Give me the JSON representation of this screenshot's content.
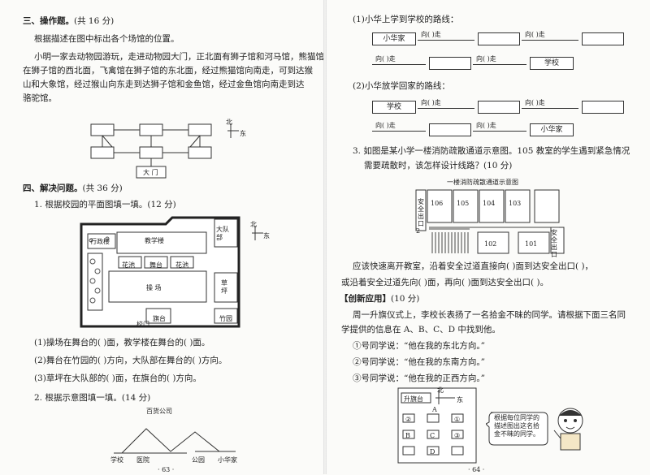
{
  "left": {
    "sec3_title": "三、操作题。",
    "sec3_score": "(共 16 分)",
    "intro": "根据描述在图中标出各个场馆的位置。",
    "para": [
      "小明一家去动物园游玩，走进动物园大门，正北面有狮子馆和河马馆，熊猫馆",
      "在狮子馆的西北面，飞禽馆在狮子馆的东北面，经过熊猫馆向南走，可到达猴",
      "山和大象馆，经过猴山向东走到达狮子馆和金鱼馆，经过金鱼馆向南走到达",
      "骆驼馆。"
    ],
    "gate": "大 门",
    "compass_north": "北",
    "compass_east": "东",
    "sec4_title": "四、解决问题。",
    "sec4_score": "(共 36 分)",
    "q1": "1. 根据校园的平面图填一填。(12 分)",
    "campus": {
      "admin": "行政楼",
      "teaching": "教学楼",
      "pond1": "花池",
      "stage": "舞台",
      "pond2": "花池",
      "playground": "操    场",
      "brigade": "大队部",
      "lawn": "草坪",
      "flag": "旗台",
      "bamboo": "竹园",
      "gate": "校门"
    },
    "q1_lines": [
      "(1)操场在舞台的(        )面，教学楼在舞台的(        )面。",
      "(2)舞台在竹园的(        )方向，大队部在舞台的(        )方向。",
      "(3)草坪在大队部的(        )面，在旗台的(        )方向。"
    ],
    "q2": "2. 根据示意图填一填。(14 分)",
    "map": {
      "store": "百货公司",
      "school": "学校",
      "hospital": "医院",
      "park": "公园",
      "home": "小华家"
    },
    "page_no": "· 63 ·"
  },
  "right": {
    "r1": "(1)小华上学到学校的路线：",
    "r2": "(2)小华放学回家的路线：",
    "dir_blank": "向(        )走",
    "home": "小华家",
    "school": "学校",
    "q3_lines": [
      "3. 如图是某小学一楼消防疏散通道示意图。105 教室的学生遇到紧急情况",
      "需要疏散时，该怎样设计线路？(10 分)"
    ],
    "floor_title": "一楼消防疏散通道示意图",
    "rooms": [
      "106",
      "105",
      "104",
      "103",
      "102",
      "101"
    ],
    "exit1": "安全出口1",
    "exit2": "安全出口2",
    "exit_label": "安全出口",
    "q3_ans": [
      "应该快速离开教室，沿着安全过道直接向(      )面到达安全出口(      )，",
      "或沿着安全过道先向(      )面，再向(      )面到达安全出口(      )。"
    ],
    "innovate_title": "【创新应用】",
    "innovate_score": "(10 分)",
    "innovate_para": [
      "周一升旗仪式上，李校长表扬了一名拾金不昧的同学。请根据下面三名同",
      "学提供的信息在 A、B、C、D 中找到他。"
    ],
    "students": [
      "①号同学说：“他在我的东北方向。”",
      "②号同学说：“他在我的东南方向。”",
      "③号同学说：“他在我的正西方向。”"
    ],
    "grid": {
      "flag": "升旗台",
      "north": "北",
      "east": "东",
      "A": "A",
      "B": "B",
      "C": "C",
      "D": "D",
      "s1": "①",
      "s2": "②",
      "s3": "③"
    },
    "bubble": "根据每位同学的描述图出这名拾金不昧的同学。",
    "page_no": "· 64 ·"
  }
}
